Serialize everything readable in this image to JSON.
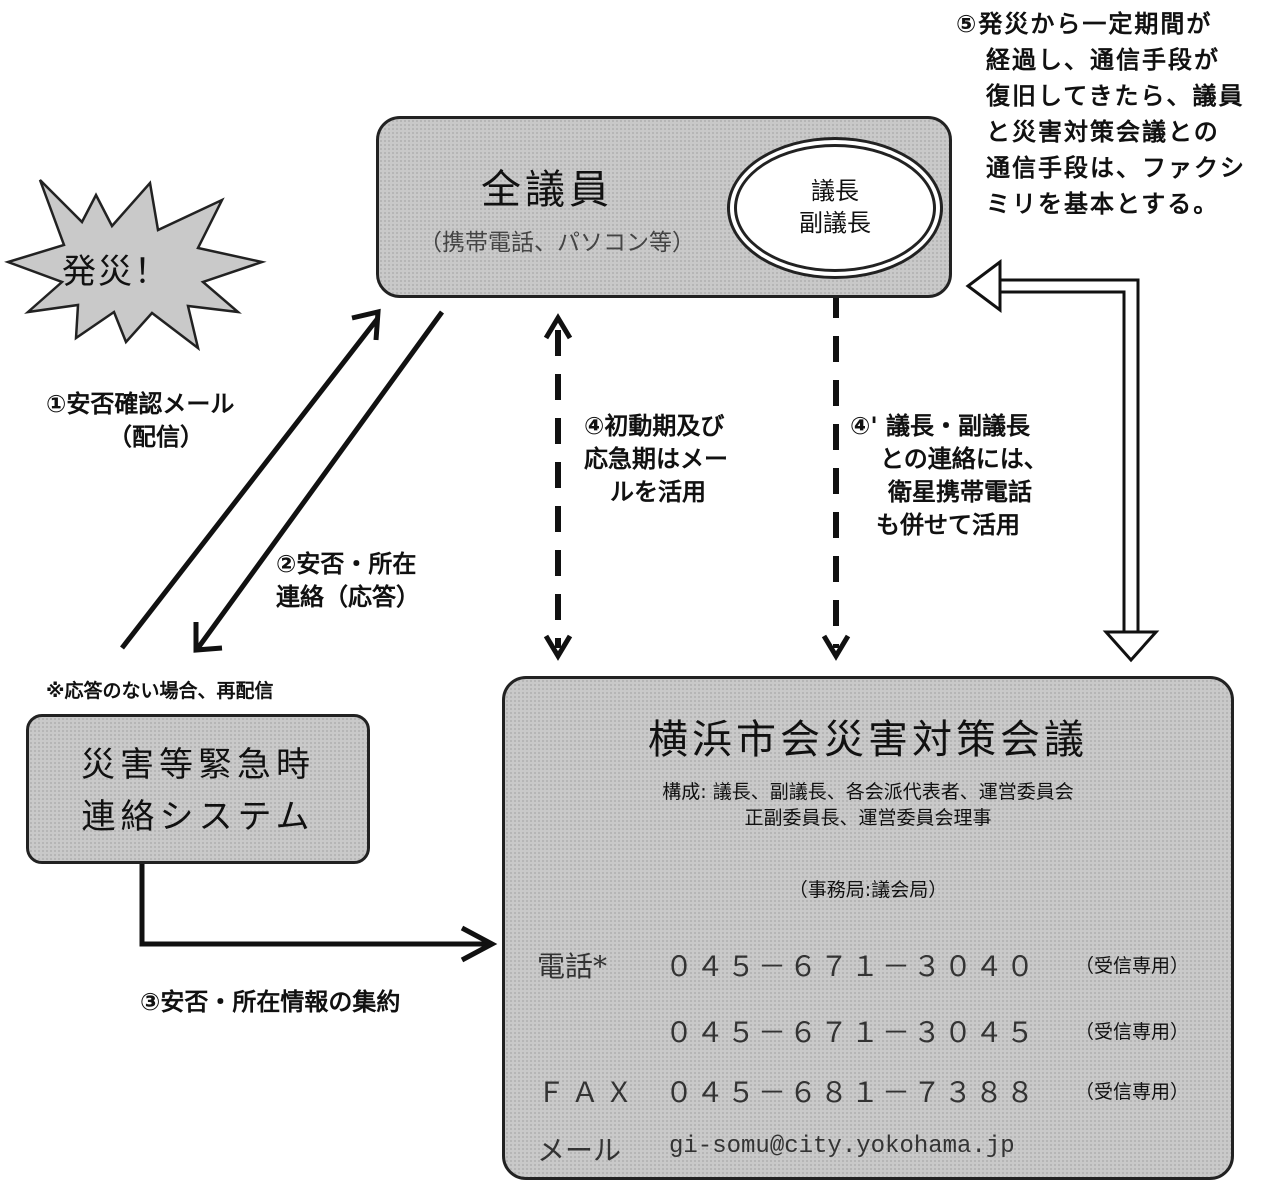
{
  "disaster_burst": {
    "label": "発災！"
  },
  "all_members_box": {
    "title": "全議員",
    "subtitle": "（携帯電話、パソコン等）",
    "chair_ellipse": {
      "line1": "議長",
      "line2": "副議長"
    }
  },
  "emergency_system_box": {
    "line1": "災害等緊急時",
    "line2": "連絡システム"
  },
  "no_response_note": "※応答のない場合、再配信",
  "council_box": {
    "title": "横浜市会災害対策会議",
    "composition_line1": "構成:  議長、副議長、各会派代表者、運営委員会",
    "composition_line2": "正副委員長、運営委員会理事",
    "secretariat": "（事務局:議会局）",
    "phone_label": "電話*",
    "phone1": "０４５－６７１－３０４０",
    "phone2": "０４５－６７１－３０４５",
    "fax_label": "ＦＡＸ",
    "fax": "０４５－６８１－７３８８",
    "receive_only": "（受信専用）",
    "mail_label": "メール",
    "mail": "gi-somu@city.yokohama.jp"
  },
  "labels": {
    "step1_line1": "①安否確認メール",
    "step1_line2": "（配信）",
    "step2_line1": "②安否・所在",
    "step2_line2": "連絡（応答）",
    "step3": "③安否・所在情報の集約",
    "step4_line1": "④初動期及び",
    "step4_line2": "応急期はメー",
    "step4_line3": "ルを活用",
    "step4p_line1": "④' 議長・副議長",
    "step4p_line2": "との連絡には、",
    "step4p_line3": "衛星携帯電話",
    "step4p_line4": "も併せて活用",
    "step5_line1": "⑤発災から一定期間が",
    "step5_line2": "経過し、通信手段が",
    "step5_line3": "復旧してきたら、議員",
    "step5_line4": "と災害対策会議との",
    "step5_line5": "通信手段は、ファクシ",
    "step5_line6": "ミリを基本とする。"
  }
}
